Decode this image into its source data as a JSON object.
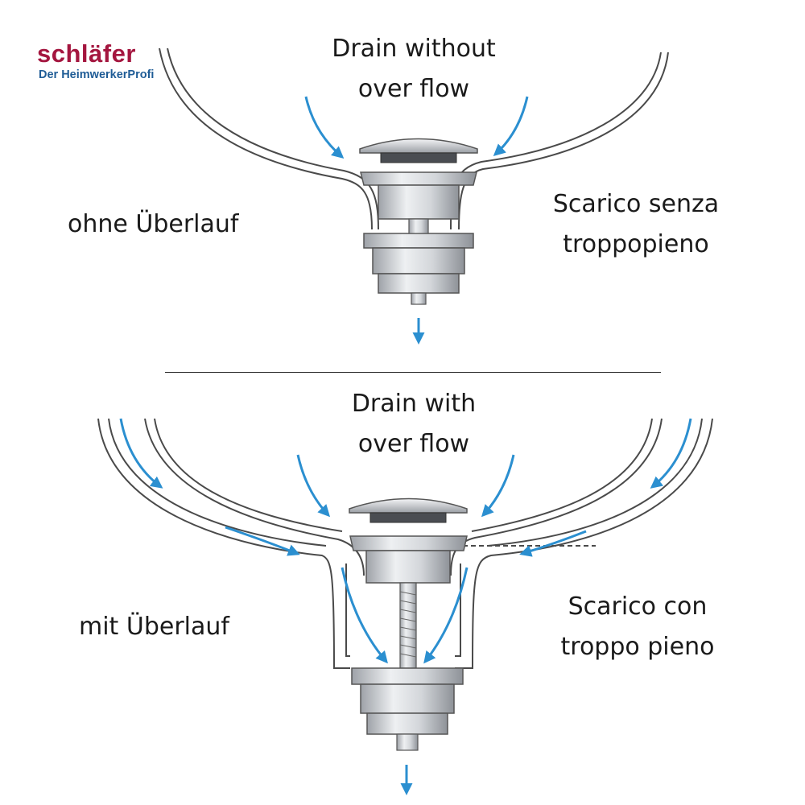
{
  "logo": {
    "brand": "schläfer",
    "tagline": "Der HeimwerkerProfi",
    "brand_color": "#a4163f",
    "tagline_color": "#1f5c96"
  },
  "top": {
    "title_en": [
      "Drain without",
      "over flow"
    ],
    "label_de": "ohne Überlauf",
    "label_it": [
      "Scarico senza",
      "troppopieno"
    ]
  },
  "bottom": {
    "title_en": [
      "Drain with",
      "over flow"
    ],
    "label_de": "mit Überlauf",
    "label_it": [
      "Scarico con",
      "troppo pieno"
    ]
  },
  "colors": {
    "arrow": "#2b8fd0",
    "outline": "#4a4a4a",
    "metal": "#cfd2d6",
    "metal_dark": "#8c9096"
  },
  "icons": [
    "flow-arrow-icon",
    "drain-plug-icon"
  ]
}
